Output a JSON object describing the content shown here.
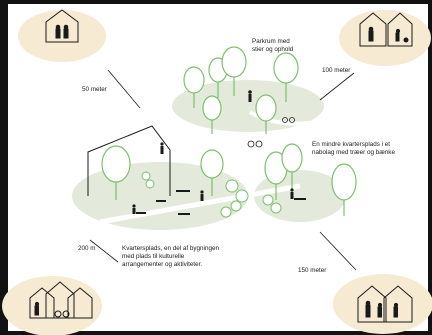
{
  "labels": {
    "park": [
      "Parkrum med",
      "stier og ophold"
    ],
    "small_square": [
      "En mindre kvartersplads i et",
      "nabolag med træer og bænke"
    ],
    "quarter_square": [
      "Kvartersplads, en del af bygningen",
      "med plads til kulturelle",
      "arrangementer og aktiviteter."
    ]
  },
  "distances": {
    "top_left": "50 meter",
    "top_right": "100 meter",
    "bottom_left": "200 m",
    "bottom_right": "150 meter"
  },
  "colors": {
    "background": "#121212",
    "panel": "#ffffff",
    "ground": "#e3eadb",
    "halo": "#f6ead3",
    "tree_stroke": "#7cc06c",
    "ink": "#1a1a1a"
  },
  "icons": [
    "house-family-icon",
    "tree-icon",
    "person-icon",
    "bicycle-icon",
    "bench-icon",
    "building-icon"
  ]
}
